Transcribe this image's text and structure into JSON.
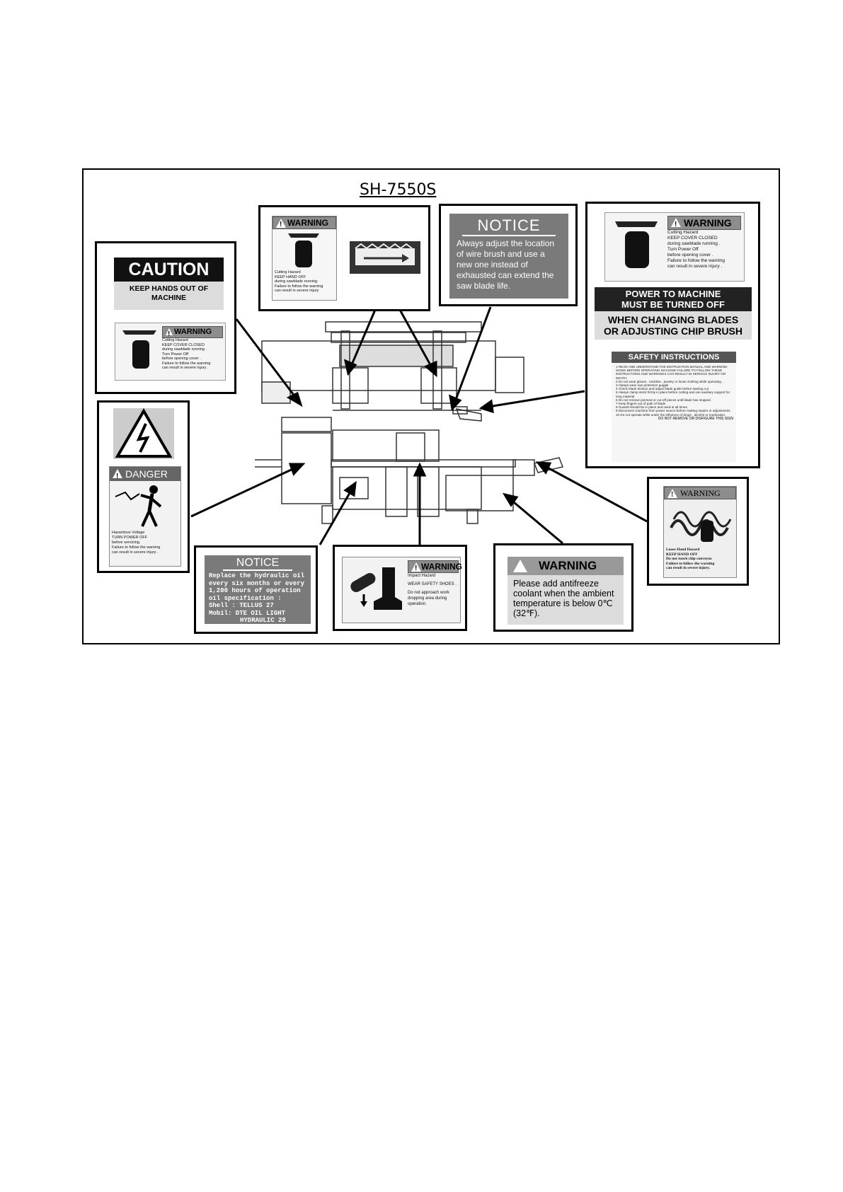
{
  "model": "SH-7550S",
  "labels": {
    "caution": {
      "title": "CAUTION",
      "text": "KEEP HANDS OUT OF MACHINE",
      "warning": {
        "header": "WARNING",
        "l1": "Cutting Hazard",
        "l2": "KEEP COVER CLOSED",
        "l3": "during sawblade running .",
        "l4": "Turn Power Off",
        "l5": "before opening cover .",
        "l6": "Failure to follow the warning",
        "l7": "can result in severe injury ."
      }
    },
    "top_warning": {
      "header": "WARNING",
      "l1": "Cutting Hazard",
      "l2": "KEEP HAND OFF",
      "l3": "during sawblade running.",
      "l4": "Failure to follow the warning",
      "l5": "can result in severe injury"
    },
    "notice_brush": {
      "title": "NOTICE",
      "text": "Always adjust the location of wire brush and use a new one instead of exhausted can extend the saw blade life."
    },
    "right_warning": {
      "header": "WARNING",
      "l1": "Cutting Hazard",
      "l2": "KEEP COVER CLOSED",
      "l3": "during sawblade running .",
      "l4": "Turn Power Off",
      "l5": "before opening cover .",
      "l6": "Failure to follow the warning",
      "l7": "can result in severe injury ."
    },
    "power": {
      "l1": "POWER TO MACHINE",
      "l2": "MUST BE TURNED OFF",
      "l3": "WHEN CHANGING BLADES",
      "l4": "OR ADJUSTING CHIP BRUSH"
    },
    "safety": {
      "title": "SAFETY INSTRUCTIONS",
      "items": [
        "1  READ AND UNDERSTAND THE INSTRUCTION MANUAL AND WARNING SIGNS BEFORE OPERATING MACHINE FAILURE TO FOLLOW THESE INSTRUCTIONS AND WARNINGS CAN RESULT IN SERIOUS INJURY OR DEATH.",
        "2  Do not wear gloves , neckties , jewelry or loose clothing while operating .",
        "3  Always wear eye protection goggle",
        "4  Check blade tension and adjust blade guide before starting cut",
        "5  Always clamp stock firmly in place before cutting and use auxiliary support for long material",
        "6  Do not remove jammed or cut-off pieces until blade has stopped",
        "7  Keep fingers out of path of blade",
        "8  Guards should be in place and used at all times.",
        "9  Disconnect machine from power source before making repairs or adjustments",
        "10 Do not operate while under the influence of drugs , alcohol or medication ."
      ],
      "footer": "DO NOT REMOVE OR DISFIGURE THIS SIGN"
    },
    "danger": {
      "header": "DANGER",
      "l1": "Hazardous Voltage",
      "l2": "TURN POWER OFF",
      "l3": "before servicing.",
      "l4": "Failure to follow the warning",
      "l5": "can result in severe injury ."
    },
    "notice_oil": {
      "title": "NOTICE",
      "l1": "Replace the hydraulic oil",
      "l2": "every six months or every",
      "l3": "1,200 hours of operation",
      "l4": "oil specification :",
      "l5": "Shell : TELLUS 27",
      "l6": "Mobil: DTE OIL LIGHT",
      "l7": "HYDRAULIC 28"
    },
    "impact": {
      "header": "WARNING",
      "l1": "Impact Hazard",
      "l2": "WEAR SAFETY SHOES .",
      "l3": "Do not approach work dropping area during operation."
    },
    "antifreeze": {
      "header": "WARNING",
      "text": "Please add antifreeze coolant when the ambient temperature is below 0℃ (32℉)."
    },
    "loose_hand": {
      "header": "WARNING",
      "l1": "Loose Hand Hazard",
      "l2": "KEEP HAND OFF",
      "l3": "Do not touch chip conveyor.",
      "l4": "Failure to follow the warning",
      "l5": "can result in severe injury."
    }
  }
}
